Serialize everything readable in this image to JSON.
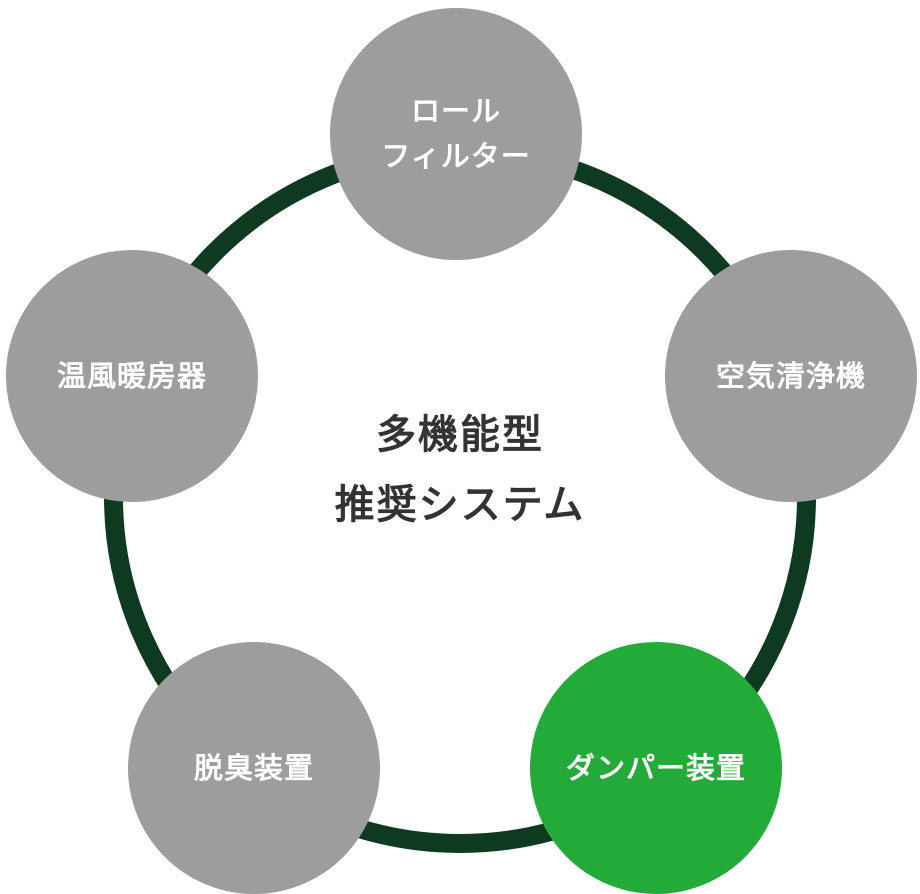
{
  "center": {
    "line1": "多機能型",
    "line2": "推奨システム"
  },
  "nodes": {
    "roll_filter": {
      "line1": "ロール",
      "line2": "フィルター"
    },
    "air_purifier": {
      "label": "空気清浄機"
    },
    "damper": {
      "label": "ダンパー装置",
      "highlighted": true
    },
    "deodorizer": {
      "label": "脱臭装置"
    },
    "heater": {
      "label": "温風暖房器"
    }
  },
  "colors": {
    "ring": "#0f3a22",
    "node_default": "#9c9d9c",
    "node_highlight": "#22ab38",
    "center_text": "#333333",
    "node_text": "#ffffff"
  }
}
